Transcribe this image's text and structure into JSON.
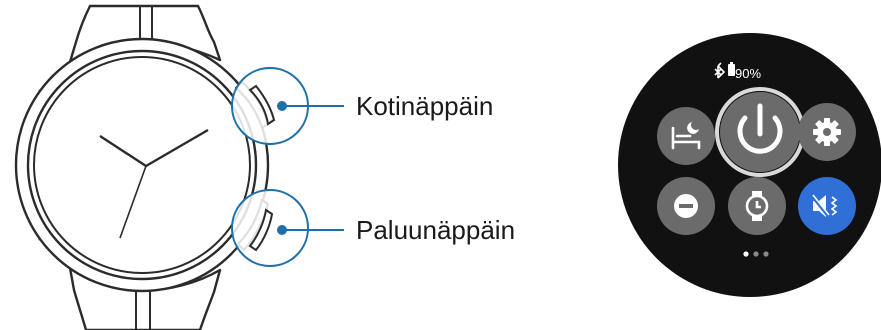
{
  "callouts": {
    "home_key_label": "Kotinäppäin",
    "back_key_label": "Paluunäppäin"
  },
  "quick_panel": {
    "status": {
      "bluetooth_icon": "bluetooth-icon",
      "battery_icon": "battery-icon",
      "battery_text": "90%"
    },
    "buttons": [
      {
        "icon": "bedtime-mode-icon",
        "active": false
      },
      {
        "icon": "power-icon",
        "active": false,
        "highlighted": true
      },
      {
        "icon": "settings-gear-icon",
        "active": false
      },
      {
        "icon": "do-not-disturb-icon",
        "active": false
      },
      {
        "icon": "watch-only-icon",
        "active": false
      },
      {
        "icon": "sound-mute-vibrate-icon",
        "active": true
      }
    ],
    "page_indicator": {
      "pages": 3,
      "current": 1
    }
  },
  "colors": {
    "outline": "#2b2b2b",
    "callout_accent": "#1f6fa8",
    "panel_bg": "#111111",
    "button_bg": "#6b6b6b",
    "active_button": "#2f6fd6",
    "power_ring": "#d9d9d9"
  }
}
